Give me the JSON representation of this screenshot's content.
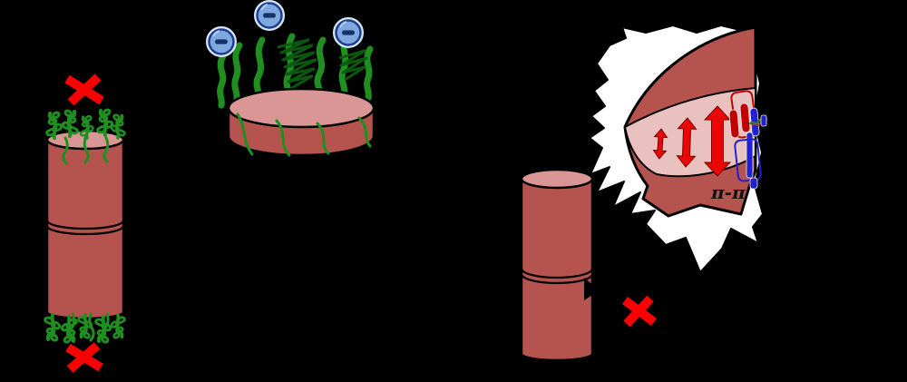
{
  "palette": {
    "background": "#000000",
    "cylinder_body": "#b5544f",
    "cylinder_top": "#d99694",
    "gap_face": "#e9c2c0",
    "outline": "#000000",
    "chain_green": "#1f8f1f",
    "chain_green_dark": "#0b5c10",
    "charge_fill": "#7fa8de",
    "charge_ring": "#1d3f8f",
    "charge_minus": "#17326b",
    "cross_red": "#fb0000",
    "arrow_red": "#ec0505",
    "molecule_red": "#c00000",
    "molecule_blue": "#2222cc",
    "burst_white": "#ffffff"
  },
  "labels": {
    "pi_pi": "π-π",
    "negative_charge_symbol": "−"
  },
  "scene": {
    "left_assembly": {
      "icon": "end-capped-cylinder-stack",
      "cylinder_segments": 2,
      "chain_tufts": [
        "top",
        "bottom"
      ],
      "cross_marks": 2
    },
    "charged_disk": {
      "icon": "disk-with-charged-chains",
      "negative_charges": 3,
      "polymer_chains": 7
    },
    "right_assembly": {
      "icon": "stacking-cylinder",
      "cylinder_segments": 2,
      "cross_marks": 1
    },
    "magnifier": {
      "icon": "zoom-burst-callout",
      "stacking_arrows": 3,
      "label_ref": "labels.pi_pi",
      "molecule_icons": [
        "red-chromophore-pair",
        "blue-chromophore-pair",
        "side-chain-coil"
      ]
    }
  }
}
